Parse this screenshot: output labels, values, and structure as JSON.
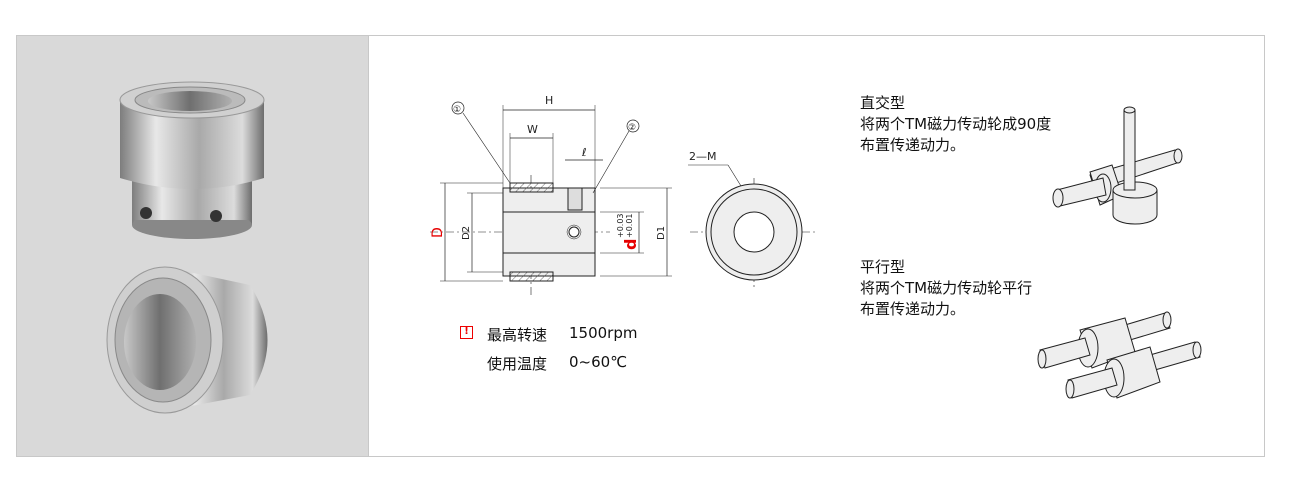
{
  "diagram": {
    "labels": {
      "H": "H",
      "W": "W",
      "l": "ℓ",
      "D": "D",
      "D2": "D2",
      "D1": "D1",
      "d": "d",
      "tol_upper": "+0.03",
      "tol_lower": "+0.01",
      "callout1": "①",
      "callout2": "②",
      "hole": "2—M"
    },
    "accent_color": "#e60000"
  },
  "specs": [
    {
      "label": "最高转速",
      "value": "1500rpm"
    },
    {
      "label": "使用温度",
      "value": "0~60℃"
    }
  ],
  "warning_icon": "!",
  "orthogonal": {
    "title": "直交型",
    "desc_line1": "将两个TM磁力传动轮成90度",
    "desc_line2": "布置传递动力。"
  },
  "parallel": {
    "title": "平行型",
    "desc_line1": "将两个TM磁力传动轮平行",
    "desc_line2": "布置传递动力。"
  }
}
